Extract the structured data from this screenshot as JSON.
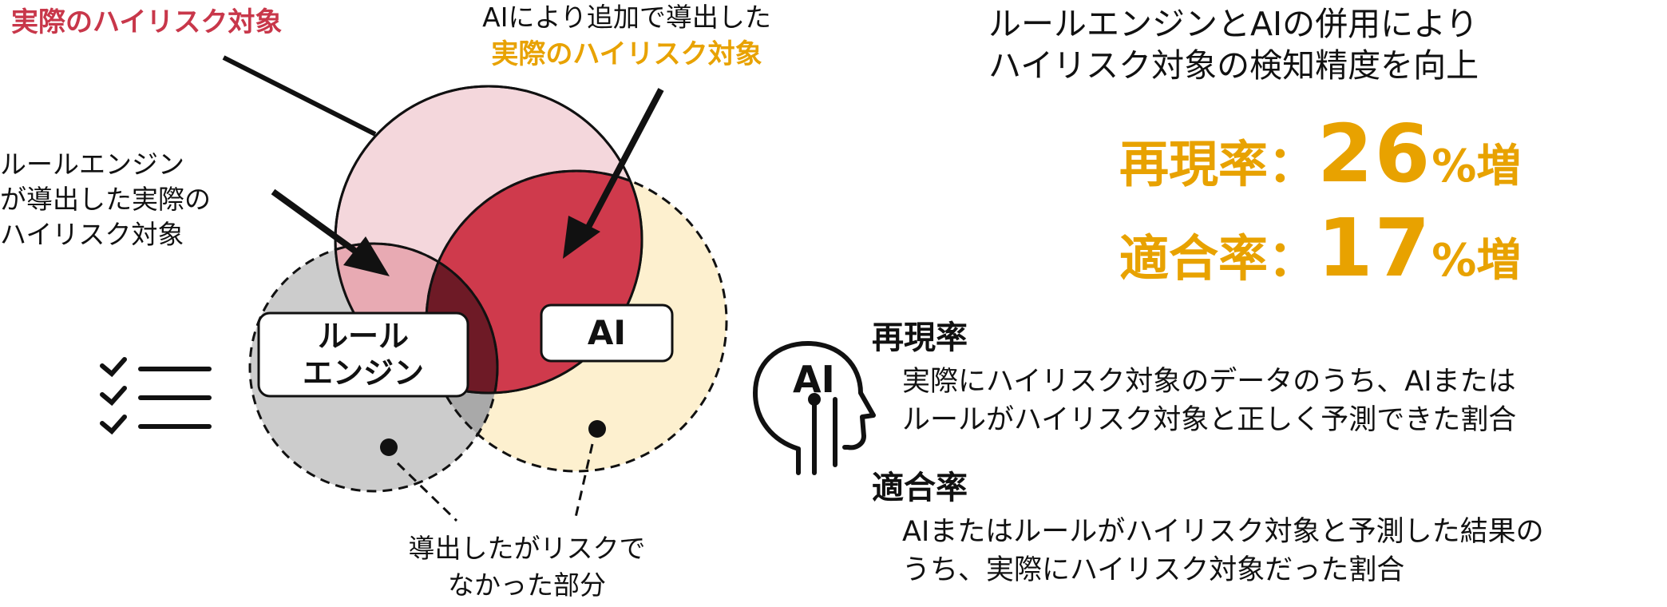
{
  "callouts": {
    "actual_high_risk": "実際のハイリスク対象",
    "ai_additional_line1": "AIにより追加で導出した",
    "ai_additional_line2": "実際のハイリスク対象",
    "rule_derived_lines": [
      "ルールエンジン",
      "が導出した実際の",
      "ハイリスク対象"
    ],
    "false_positive_lines": [
      "導出したがリスクで",
      "なかった部分"
    ]
  },
  "venn": {
    "rule_engine_label_lines": [
      "ルール",
      "エンジン"
    ],
    "ai_label": "AI",
    "colors": {
      "actual_circle": "#f4d7dc",
      "rule_circle": "#cccccc",
      "ai_circle": "#fdf0cf",
      "rule_actual_overlap": "#e8aab3",
      "ai_actual_overlap": "#cf3a4c",
      "triple_overlap": "#6e1a26",
      "rule_ai_overlap": "#a9a9a9"
    }
  },
  "icons": {
    "checklist": "checklist-icon",
    "ai_head": "ai-head-icon",
    "ai_head_text": "AI"
  },
  "summary": {
    "heading_lines": [
      "ルールエンジンとAIの併用により",
      "ハイリスク対象の検知精度を向上"
    ],
    "metrics": [
      {
        "label": "再現率",
        "colon": "：",
        "value": "26",
        "unit": "%増"
      },
      {
        "label": "適合率",
        "colon": "：",
        "value": "17",
        "unit": "%増"
      }
    ],
    "definitions": [
      {
        "title": "再現率",
        "lines": [
          "実際にハイリスク対象のデータのうち、AIまたは",
          "ルールがハイリスク対象と正しく予測できた割合"
        ]
      },
      {
        "title": "適合率",
        "lines": [
          "AIまたはルールがハイリスク対象と予測した結果の",
          "うち、実際にハイリスク対象だった割合"
        ]
      }
    ],
    "accent_color": "#e8a200",
    "red_color": "#c8374a"
  }
}
